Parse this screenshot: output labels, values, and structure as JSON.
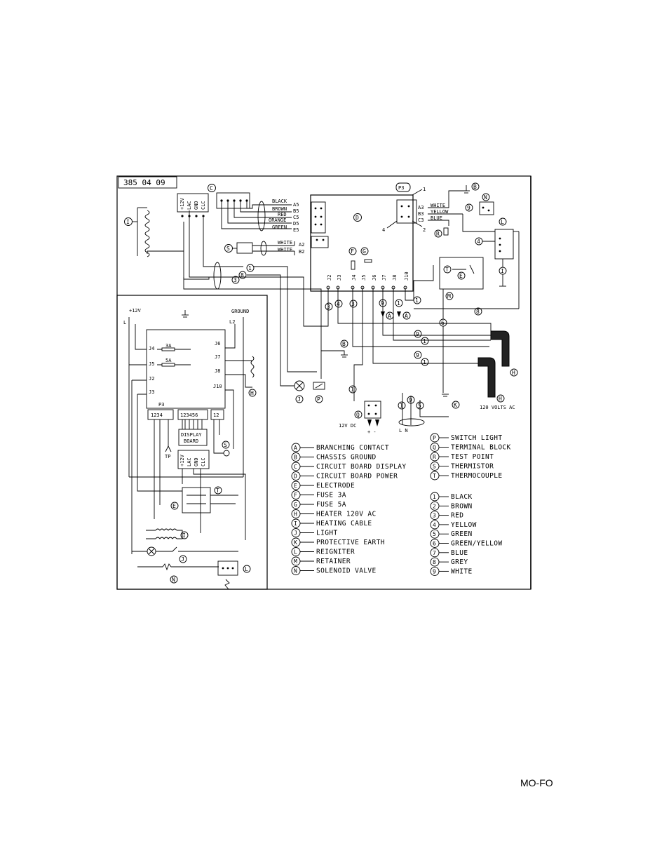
{
  "frame_code": "385 04 09",
  "page_code": "MO-FO",
  "terminals": {
    "board_power": [
      "+12V",
      "LAC",
      "GND",
      "CLC"
    ],
    "board_bottom": [
      "+12V",
      "LAC",
      "GND",
      "CLC"
    ],
    "left_power": [
      "+12V",
      "L"
    ],
    "ground": "GROUND",
    "l2": "L2"
  },
  "harness_colors": [
    "BLACK",
    "BROWN",
    "RED",
    "ORANGE",
    "GREEN"
  ],
  "harness_pins": [
    "A5",
    "B5",
    "C5",
    "D5",
    "E5"
  ],
  "thermistor_wires": [
    "WHITE",
    "WHITE"
  ],
  "thermistor_pins": [
    "A2",
    "B2"
  ],
  "p3_wires": [
    "WHITE",
    "YELLOW",
    "BLUE"
  ],
  "p3_pins": [
    "A3",
    "B3",
    "C3"
  ],
  "p3_label": "P3",
  "p3_numbers": [
    "1",
    "2",
    "4"
  ],
  "j_terms": [
    "J2",
    "J3",
    "J4",
    "J5",
    "J6",
    "J7",
    "J8",
    "J10"
  ],
  "inner_terms": {
    "left": [
      "J4",
      "J5",
      "J2",
      "J3"
    ],
    "right": [
      "J6",
      "J7",
      "J8",
      "J10"
    ],
    "fuses": [
      "3A",
      "5A"
    ]
  },
  "p3_block": {
    "label": "P3",
    "pins": "1234",
    "display_pins": "123456",
    "pair": "12"
  },
  "display_board": [
    "DISPLAY",
    "BOARD"
  ],
  "tp": "TP",
  "dc_label": "12V DC",
  "dc_signs": "+  -",
  "ac_label": "120 VOLTS AC",
  "ln_label": "L  N",
  "legend_letters": [
    {
      "key": "A",
      "text": "BRANCHING CONTACT"
    },
    {
      "key": "B",
      "text": "CHASSIS GROUND"
    },
    {
      "key": "C",
      "text": "CIRCUIT BOARD DISPLAY"
    },
    {
      "key": "D",
      "text": "CIRCUIT BOARD POWER"
    },
    {
      "key": "E",
      "text": "ELECTRODE"
    },
    {
      "key": "F",
      "text": "FUSE 3A"
    },
    {
      "key": "G",
      "text": "FUSE 5A"
    },
    {
      "key": "H",
      "text": "HEATER 120V AC"
    },
    {
      "key": "I",
      "text": "HEATING CABLE"
    },
    {
      "key": "J",
      "text": "LIGHT"
    },
    {
      "key": "K",
      "text": "PROTECTIVE EARTH"
    },
    {
      "key": "L",
      "text": "REIGNITER"
    },
    {
      "key": "M",
      "text": "RETAINER"
    },
    {
      "key": "N",
      "text": "SOLENOID VALVE"
    }
  ],
  "legend_letters_right": [
    {
      "key": "P",
      "text": "SWITCH LIGHT"
    },
    {
      "key": "Q",
      "text": "TERMINAL BLOCK"
    },
    {
      "key": "R",
      "text": "TEST POINT"
    },
    {
      "key": "S",
      "text": "THERMISTOR"
    },
    {
      "key": "T",
      "text": "THERMOCOUPLE"
    }
  ],
  "legend_colors": [
    {
      "key": "1",
      "text": "BLACK"
    },
    {
      "key": "2",
      "text": "BROWN"
    },
    {
      "key": "3",
      "text": "RED"
    },
    {
      "key": "4",
      "text": "YELLOW"
    },
    {
      "key": "5",
      "text": "GREEN"
    },
    {
      "key": "6",
      "text": "GREEN/YELLOW"
    },
    {
      "key": "7",
      "text": "BLUE"
    },
    {
      "key": "8",
      "text": "GREY"
    },
    {
      "key": "9",
      "text": "WHITE"
    }
  ],
  "callouts": [
    "A",
    "B",
    "C",
    "D",
    "E",
    "F",
    "G",
    "H",
    "I",
    "J",
    "K",
    "L",
    "M",
    "N",
    "P",
    "Q",
    "R",
    "S",
    "T"
  ],
  "wire_numbers": [
    "1",
    "2",
    "3",
    "4",
    "5",
    "6",
    "7",
    "8",
    "9"
  ]
}
